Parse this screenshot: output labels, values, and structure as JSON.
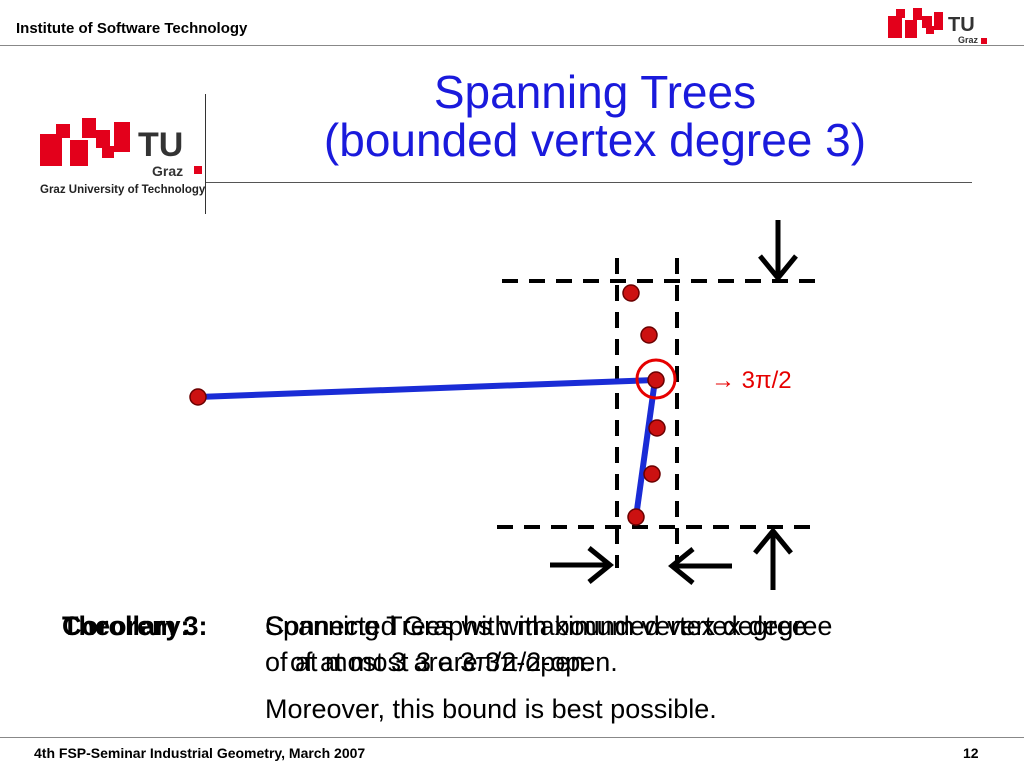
{
  "header": {
    "institute": "Institute of Software Technology"
  },
  "logo": {
    "brand_small": "TU",
    "brand_sub_small": "Graz",
    "brand_large": "TU",
    "brand_sub_large": "Graz",
    "university": "Graz University of Technology",
    "brand_red": "#e3001b"
  },
  "title": {
    "line1": "Spanning Trees",
    "line2": "(bounded vertex degree 3)",
    "color": "#1a1adc"
  },
  "diagram": {
    "angle_label": "→ 3π/2",
    "edge_color": "#1a2cd6",
    "vertex_color": "#cc1111"
  },
  "corollary": {
    "label_a": "Theorem 3:",
    "label_b": "Corollary:",
    "line1_a": "Spanning Trees with maximum vertex degree",
    "line1_b": "Connected Graphs with bounded vertex degree",
    "line2_a": "of at most 3 are 3π/2-open.",
    "line2_b": "of at most 3 are 3π/2-open.",
    "line3": "Moreover, this bound is best possible."
  },
  "footer": {
    "event": "4th FSP-Seminar Industrial Geometry, March 2007",
    "page_number": "12"
  }
}
